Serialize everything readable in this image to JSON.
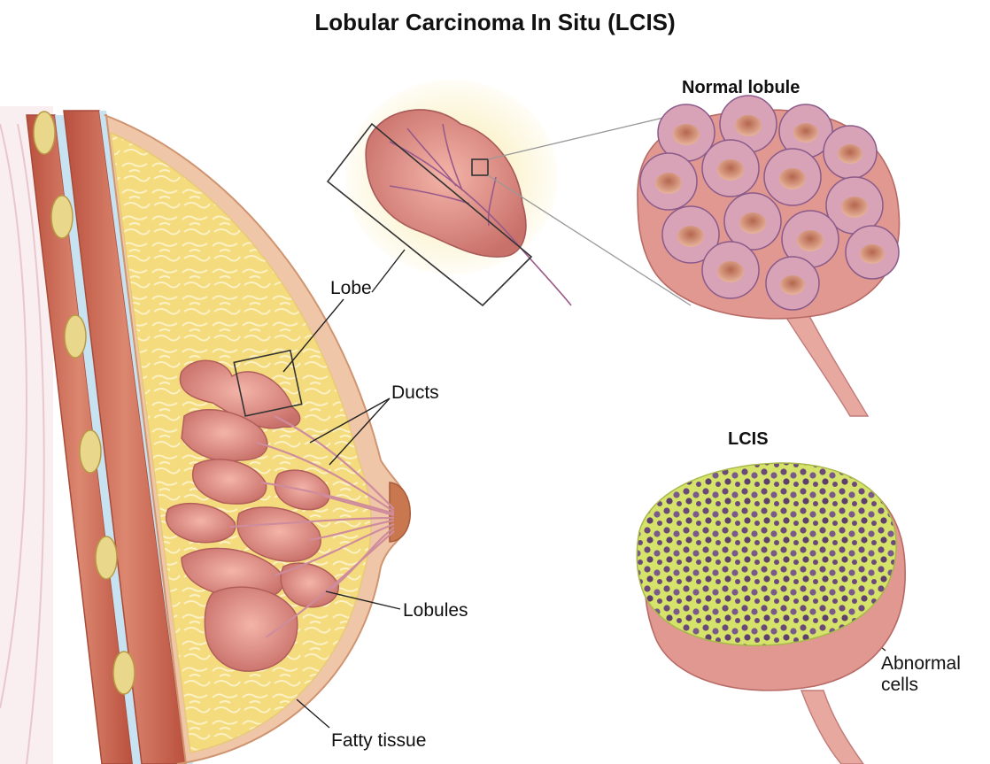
{
  "title": "Lobular Carcinoma In Situ (LCIS)",
  "panels": {
    "normal": "Normal lobule",
    "lcis": "LCIS"
  },
  "labels": {
    "lobe": "Lobe",
    "ducts": "Ducts",
    "lobules": "Lobules",
    "fatty_tissue": "Fatty tissue",
    "abnormal_1": "Abnormal",
    "abnormal_2": "cells"
  },
  "colors": {
    "skin": "#f0c6a8",
    "fat": "#f6e08a",
    "lobule": "#d98a86",
    "muscle": "#c8624f",
    "cell_purple": "#9a7ab0",
    "abnormal_green": "#c8d64a"
  }
}
